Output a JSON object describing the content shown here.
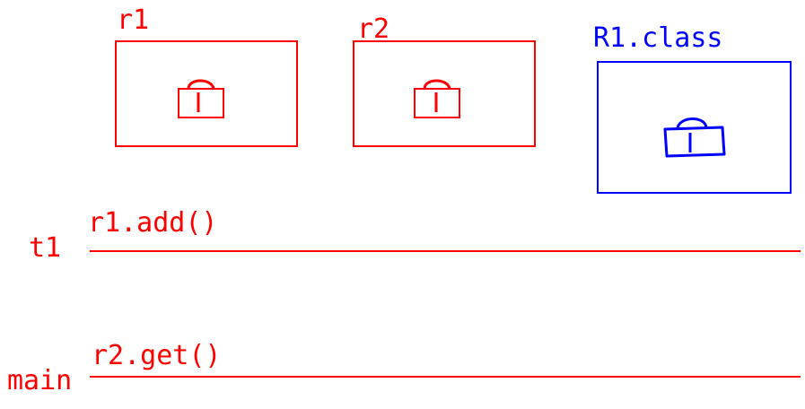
{
  "objects": [
    {
      "label": "r1",
      "color": "#ff0000",
      "icon": "lock-icon"
    },
    {
      "label": "r2",
      "color": "#ff0000",
      "icon": "lock-icon"
    },
    {
      "label": "R1.class",
      "color": "#0000ff",
      "icon": "lock-icon"
    }
  ],
  "threads": [
    {
      "name": "t1",
      "call": "r1.add()",
      "color": "#ff0000"
    },
    {
      "name": "main",
      "call": "r2.get()",
      "color": "#ff0000"
    }
  ]
}
